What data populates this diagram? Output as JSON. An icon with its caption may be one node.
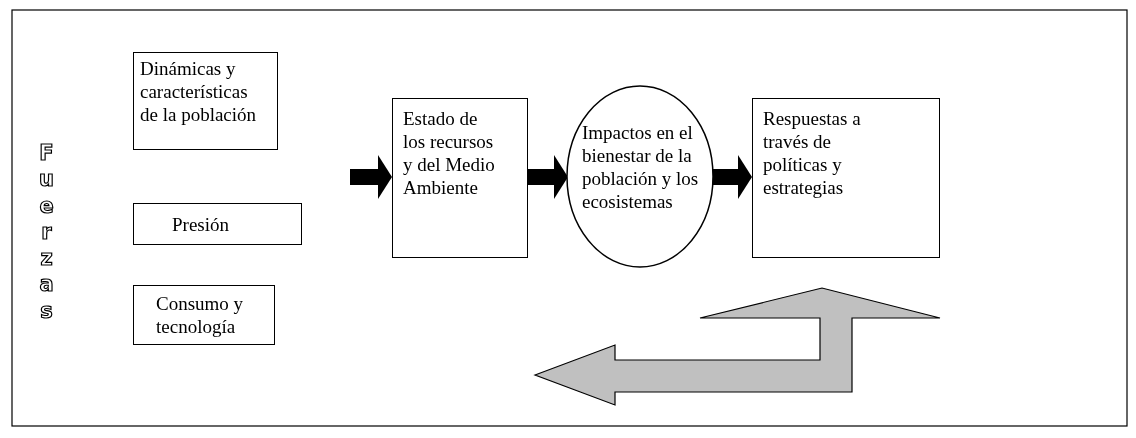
{
  "diagram": {
    "nodes": [
      {
        "text": [
          "Dinámicas y características de la población"
        ]
      },
      {
        "text": [
          "Presión"
        ]
      },
      {
        "text": [
          "Consumo y tecnología"
        ]
      },
      {
        "text": [
          "Estado de los recursos y del Medio Ambiente"
        ]
      },
      {
        "text": [
          "Impactos en el bienestar de la población y los ecosistemas"
        ]
      },
      {
        "text": [
          "Respuestas a través de políticas y estrategias"
        ]
      }
    ],
    "edges": [
      {
        "from": null,
        "to": 3,
        "arrow": "to"
      },
      {
        "from": 3,
        "to": 4,
        "arrow": "to"
      },
      {
        "from": 4,
        "to": 5,
        "arrow": "to"
      }
    ],
    "labels": [
      "Fuerzas"
    ]
  }
}
